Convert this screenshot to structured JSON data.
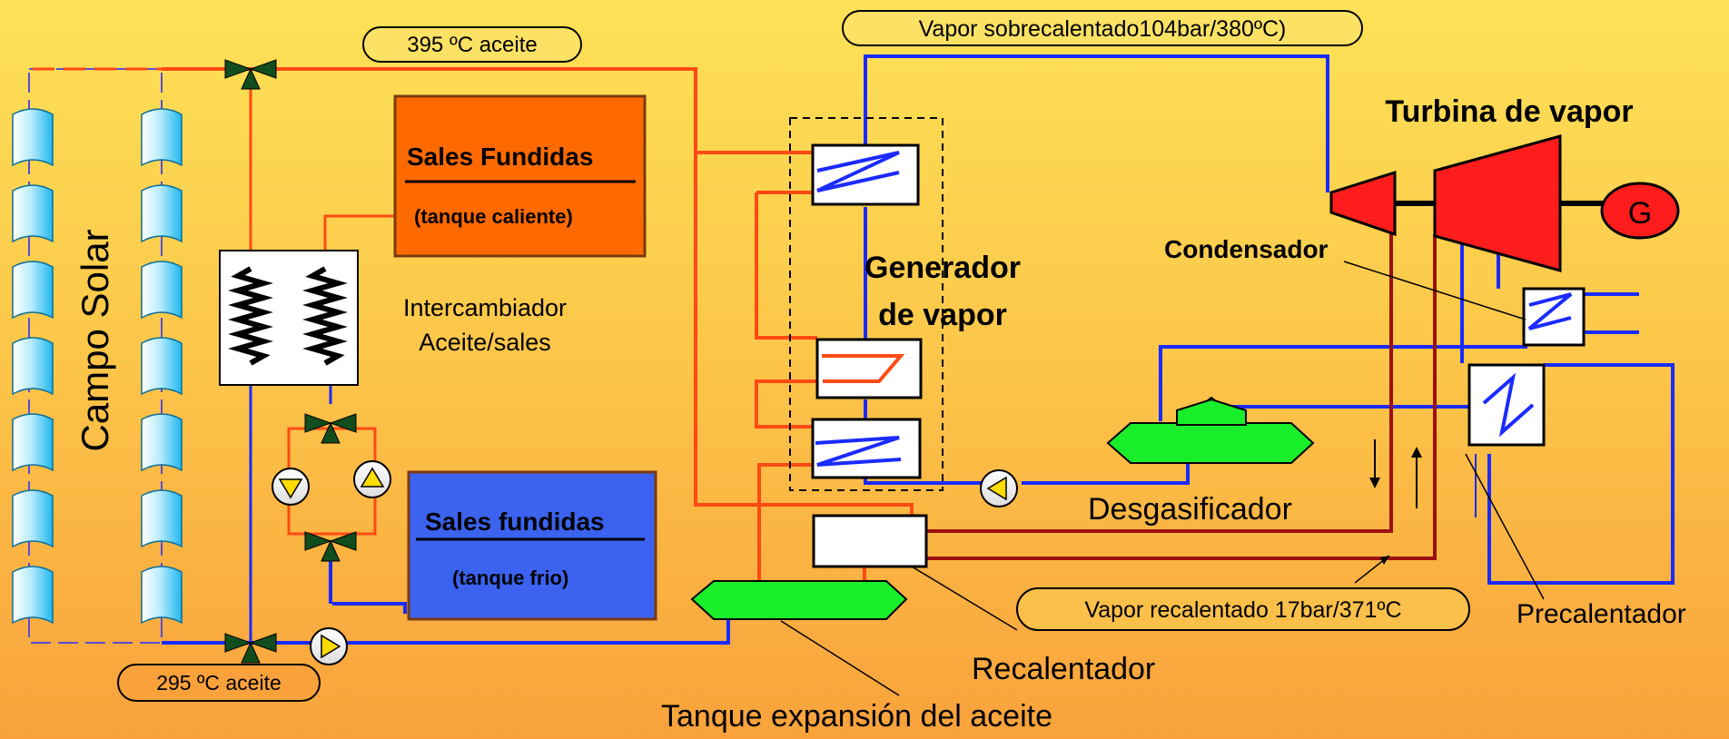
{
  "labels": {
    "oil_hot": "395 ºC  aceite",
    "oil_cold": "295 ºC aceite",
    "superheated_steam": "Vapor sobrecalentado104bar/380ºC)",
    "reheated_steam": "Vapor recalentado 17bar/371ºC",
    "campo_solar": "Campo Solar",
    "hot_tank_title": "Sales Fundidas",
    "hot_tank_sub": "(tanque caliente)",
    "cold_tank_title": "Sales fundidas",
    "cold_tank_sub": "(tanque frio)",
    "exchanger_line1": "Intercambiador",
    "exchanger_line2": "Aceite/sales",
    "steam_gen_line1": "Generador",
    "steam_gen_line2": "de vapor",
    "turbine": "Turbina de vapor",
    "generator": "G",
    "condenser": "Condensador",
    "deaerator": "Desgasificador",
    "preheater": "Precalentador",
    "reheater": "Recalentador",
    "expansion_tank": "Tanque expansión del aceite"
  },
  "colors": {
    "oil_hot_line": "#ff4a14",
    "water_line": "#1a2bff",
    "reheat_line": "#9c1010",
    "hot_tank": "#ff6a00",
    "cold_tank": "#3b63f0",
    "turbine": "#ff1c1c",
    "green_tank": "#19ee2a",
    "valve": "#124d1e",
    "collector": "#38c6f4"
  }
}
